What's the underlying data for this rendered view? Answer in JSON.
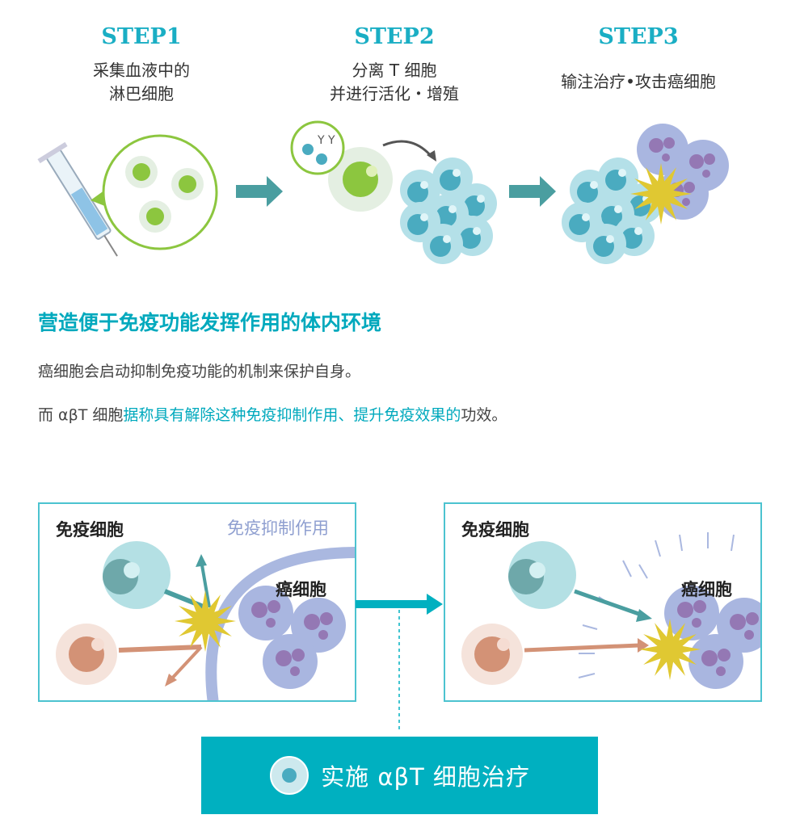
{
  "steps": [
    {
      "title": "STEP1",
      "lines": [
        "采集血液中的",
        "淋巴细胞"
      ]
    },
    {
      "title": "STEP2",
      "lines": [
        "分离 T 细胞",
        "并进行活化・增殖"
      ]
    },
    {
      "title": "STEP3",
      "lines": [
        "输注治疗•攻击癌细胞"
      ]
    }
  ],
  "heading": "营造便于免疫功能发挥作用的体内环境",
  "paragraph1": "癌细胞会启动抑制免疫功能的机制来保护自身。",
  "paragraph2": {
    "pre": "而 αβT 细胞",
    "highlight": "据称具有解除这种免疫抑制作用、提升免疫效果的",
    "post": "功效。"
  },
  "before_panel": {
    "immune_label": "免疫细胞",
    "suppression_label": "免疫抑制作用",
    "cancer_label": "癌细胞"
  },
  "after_panel": {
    "immune_label": "免疫细胞",
    "cancer_label": "癌细胞"
  },
  "cta": {
    "label": "实施 αβT 细胞治疗"
  },
  "colors": {
    "accent": "#00b0c0",
    "green": "#8cc63f",
    "cancer": "#a9b6e0",
    "nucleus": "#9478b4",
    "star": "#e0c832"
  }
}
